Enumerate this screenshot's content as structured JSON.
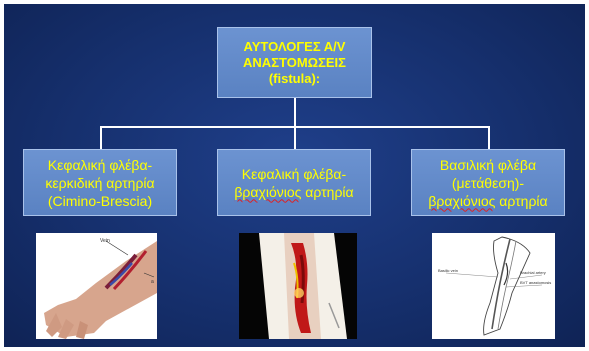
{
  "root": {
    "line1": "ΑΥΤΟΛΟΓΕΣ Α/V",
    "line2": "ΑΝΑΣΤΟΜΩΣΕΙΣ",
    "line3": "(fistula):"
  },
  "children": [
    {
      "line1": "Κεφαλική φλέβα-",
      "line2": "κερκιδική αρτηρία",
      "line3": "(Cimino-Brescia)"
    },
    {
      "line1": "Κεφαλική φλέβα-",
      "line2a": "βραχιόνιος",
      "line2b": " αρτηρία"
    },
    {
      "line1": "Βασιλική φλέβα",
      "line2": "(μετάθεση)-",
      "line3a": "βραχιόνιος",
      "line3b": " αρτηρία"
    }
  ],
  "images": {
    "wrist": {
      "label_top": "Vein",
      "label_right": "a"
    },
    "arm_sketch": {
      "label_a": "Basilic vein",
      "label_b": "Brachial artery",
      "label_c": "BVT anastomosis"
    }
  },
  "colors": {
    "background": "#16306e",
    "box_fill": "#6587c8",
    "text": "#ffff00",
    "connector": "#ffffff"
  }
}
